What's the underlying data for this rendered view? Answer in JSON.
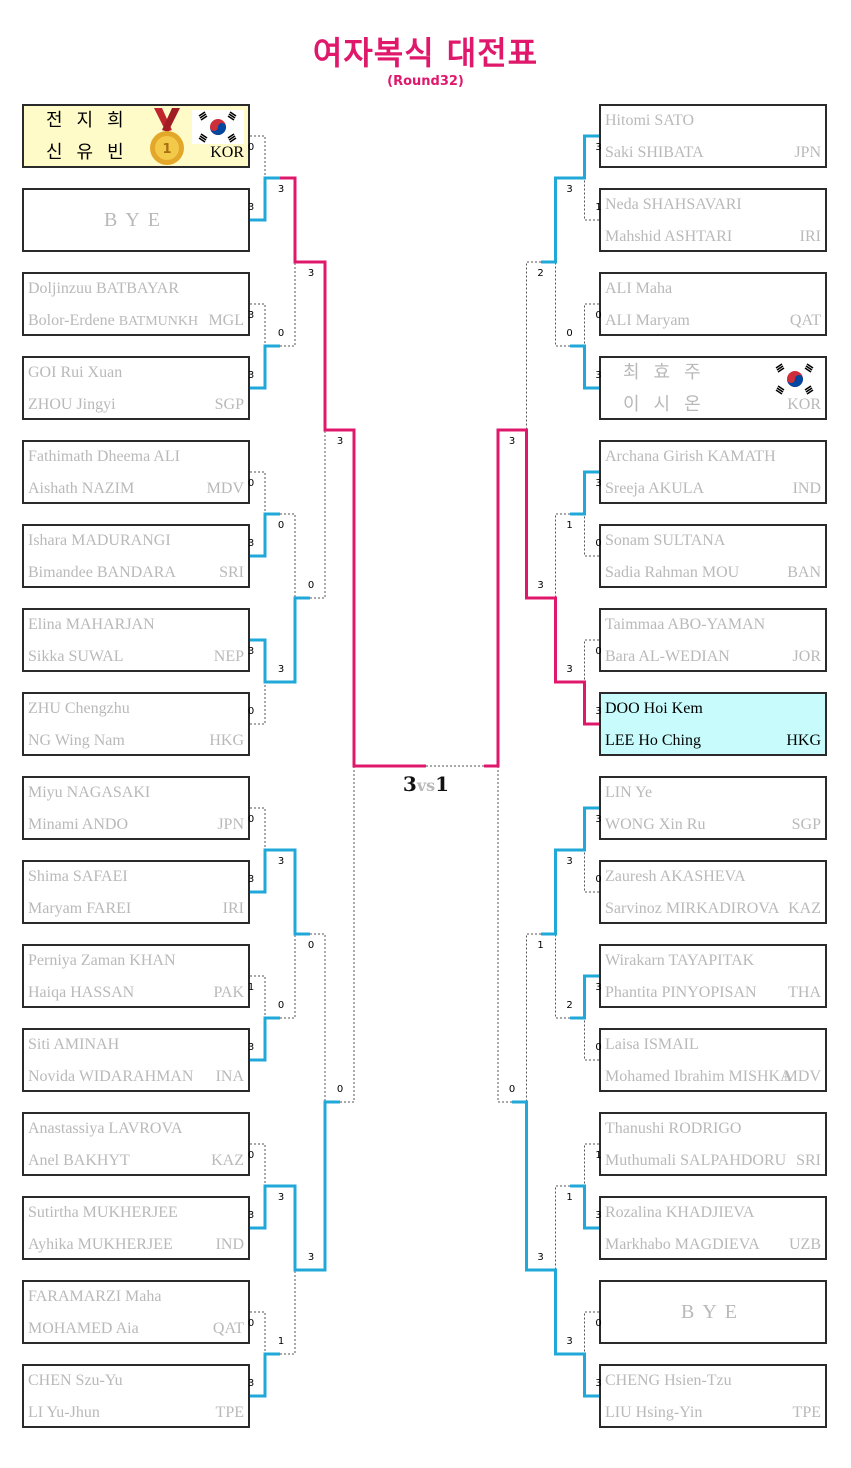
{
  "title": "여자복식 대전표",
  "subtitle": "(Round32)",
  "colors": {
    "title": "#e0186c",
    "winner_path": "#e0186c",
    "line": "#1fa8d8",
    "box_border": "#2a2a2a"
  },
  "final": {
    "left": "3",
    "vs": "vs",
    "right": "1"
  },
  "left": [
    {
      "p1": "전지희",
      "p2": "신유빈",
      "country": "KOR",
      "style": "gold",
      "medal": "gold-medal-icon",
      "flag": "korea-flag-icon"
    },
    {
      "bye": "BYE"
    },
    {
      "p1": "Doljinzuu BATBAYAR",
      "p2a": "Bolor-Erdene",
      "p2b": "BATMUNKH",
      "country": "MGL"
    },
    {
      "p1": "GOI Rui Xuan",
      "p2": "ZHOU Jingyi",
      "country": "SGP"
    },
    {
      "p1": "Fathimath Dheema ALI",
      "p2": "Aishath NAZIM",
      "country": "MDV"
    },
    {
      "p1": "Ishara MADURANGI",
      "p2": "Bimandee BANDARA",
      "country": "SRI"
    },
    {
      "p1": "Elina MAHARJAN",
      "p2": "Sikka SUWAL",
      "country": "NEP"
    },
    {
      "p1": "ZHU Chengzhu",
      "p2": "NG Wing Nam",
      "country": "HKG"
    },
    {
      "p1": "Miyu NAGASAKI",
      "p2": "Minami ANDO",
      "country": "JPN"
    },
    {
      "p1": "Shima SAFAEI",
      "p2": "Maryam FAREI",
      "country": "IRI"
    },
    {
      "p1": "Perniya Zaman KHAN",
      "p2": "Haiqa HASSAN",
      "country": "PAK"
    },
    {
      "p1": "Siti AMINAH",
      "p2": "Novida WIDARAHMAN",
      "country": "INA"
    },
    {
      "p1": "Anastassiya LAVROVA",
      "p2": "Anel BAKHYT",
      "country": "KAZ"
    },
    {
      "p1": "Sutirtha MUKHERJEE",
      "p2": "Ayhika MUKHERJEE",
      "country": "IND"
    },
    {
      "p1": "FARAMARZI Maha",
      "p2": "MOHAMED Aia",
      "country": "QAT"
    },
    {
      "p1": "CHEN Szu-Yu",
      "p2": "LI Yu-Jhun",
      "country": "TPE"
    }
  ],
  "right": [
    {
      "p1": "Hitomi SATO",
      "p2": "Saki SHIBATA",
      "country": "JPN"
    },
    {
      "p1": "Neda SHAHSAVARI",
      "p2": "Mahshid ASHTARI",
      "country": "IRI"
    },
    {
      "p1": "ALI Maha",
      "p2": "ALI Maryam",
      "country": "QAT"
    },
    {
      "p1": "최효주",
      "p2": "이시온",
      "country": "KOR",
      "flag": "korea-flag-icon"
    },
    {
      "p1": "Archana Girish KAMATH",
      "p2": "Sreeja AKULA",
      "country": "IND"
    },
    {
      "p1": "Sonam SULTANA",
      "p2": "Sadia Rahman MOU",
      "country": "BAN"
    },
    {
      "p1": "Taimmaa ABO-YAMAN",
      "p2": "Bara AL-WEDIAN",
      "country": "JOR"
    },
    {
      "p1": "DOO Hoi Kem",
      "p2": "LEE Ho Ching",
      "country": "HKG",
      "style": "cyan"
    },
    {
      "p1": "LIN Ye",
      "p2": "WONG Xin Ru",
      "country": "SGP"
    },
    {
      "p1": "Zauresh AKASHEVA",
      "p2": "Sarvinoz MIRKADIROVA",
      "country": "KAZ"
    },
    {
      "p1": "Wirakarn TAYAPITAK",
      "p2": "Phantita PINYOPISAN",
      "country": "THA"
    },
    {
      "p1": "Laisa ISMAIL",
      "p2": "Mohamed Ibrahim MISHKA",
      "country": "MDV"
    },
    {
      "p1": "Thanushi RODRIGO",
      "p2": "Muthumali SALPAHDORU",
      "country": "SRI"
    },
    {
      "p1": "Rozalina KHADJIEVA",
      "p2": "Markhabo MAGDIEVA",
      "country": "UZB"
    },
    {
      "bye": "BYE"
    },
    {
      "p1": "CHENG Hsien-Tzu",
      "p2": "LIU Hsing-Yin",
      "country": "TPE"
    }
  ],
  "scores": {
    "left_r32": [
      "0",
      "3",
      "3",
      "3",
      "0",
      "3",
      "3",
      "0",
      "0",
      "3",
      "1",
      "3",
      "0",
      "3",
      "0",
      "3"
    ],
    "left_r16": [
      "3",
      "0",
      "0",
      "3",
      "3",
      "0",
      "3",
      "1"
    ],
    "left_qf": [
      "3",
      "0",
      "0",
      "3"
    ],
    "left_sf": [
      "3",
      "0"
    ],
    "right_r32": [
      "3",
      "1",
      "0",
      "3",
      "3",
      "0",
      "0",
      "3",
      "3",
      "0",
      "3",
      "0",
      "1",
      "3",
      "0",
      "3"
    ],
    "right_r16": [
      "3",
      "0",
      "1",
      "3",
      "3",
      "2",
      "1",
      "3"
    ],
    "right_qf": [
      "2",
      "3",
      "1",
      "3"
    ],
    "right_sf": [
      "3",
      "0"
    ]
  }
}
